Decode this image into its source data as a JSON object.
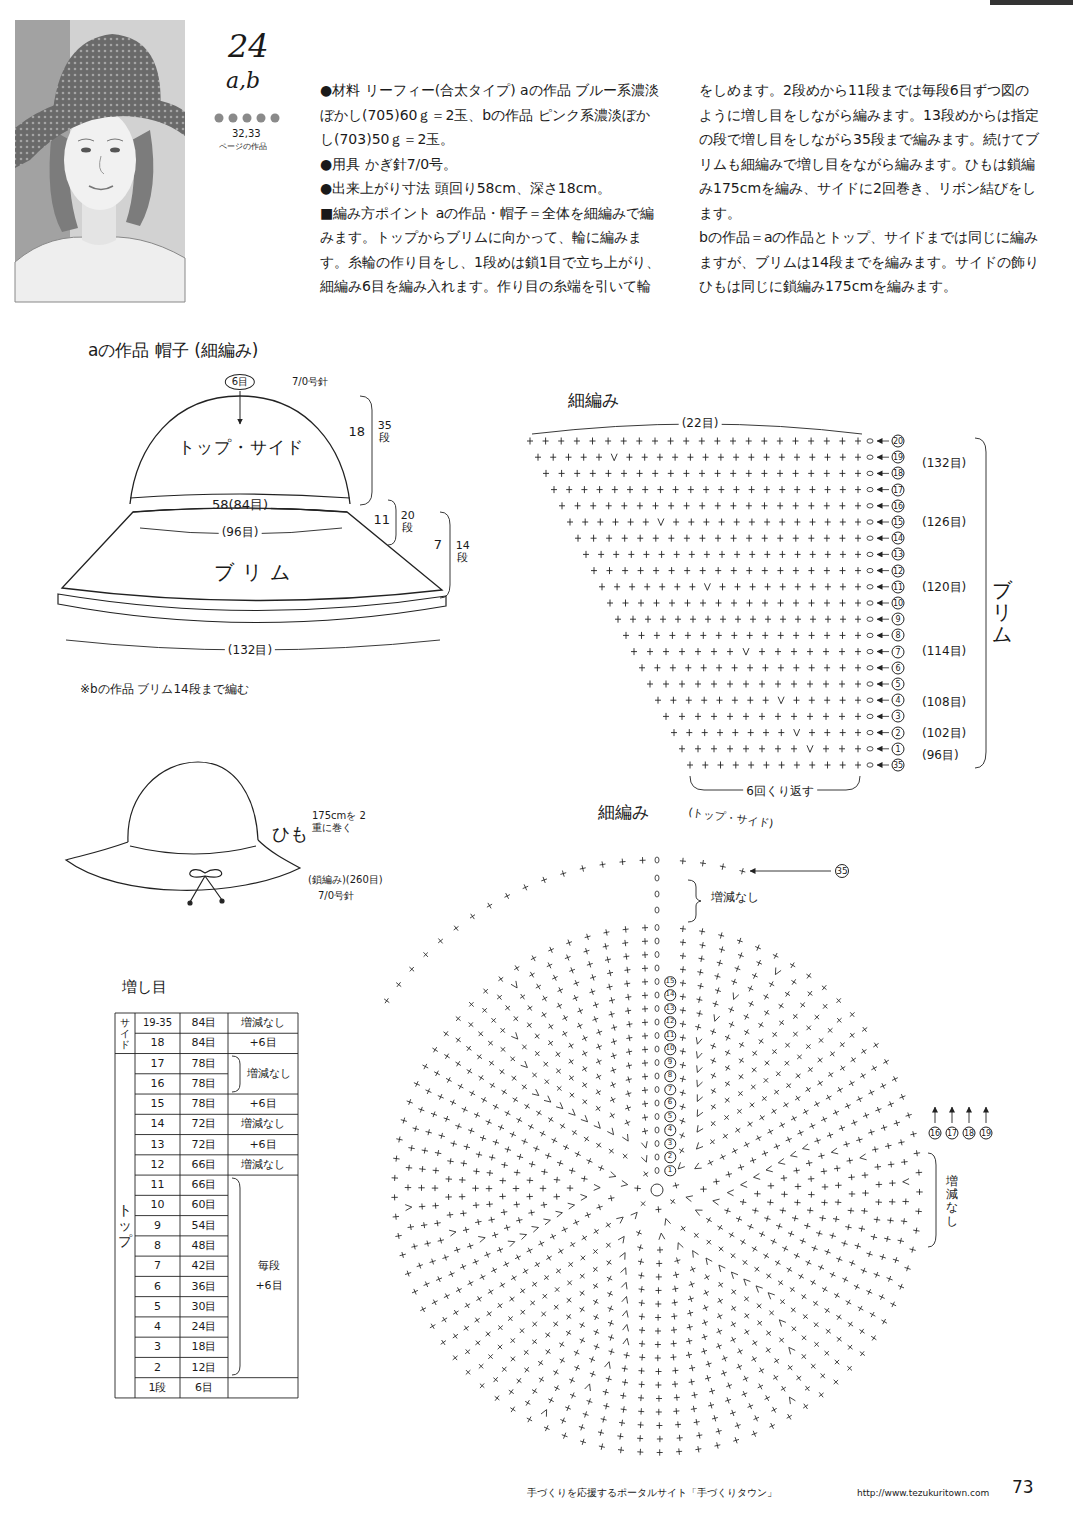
{
  "diagram": {
    "nodes": [
      {
        "text": [
          "トップ・サイド"
        ]
      },
      {
        "text": [
          "ブリム"
        ]
      }
    ],
    "labels": [
      "24",
      "a,b",
      "32,33",
      "ページの作品",
      "●材料 リーフィー(合太タイプ) aの作品 ブルー系濃淡ぼかし(705)60ｇ＝2玉、bの作品 ピンク系濃淡ぼかし(703)50ｇ＝2玉。",
      "●用具 かぎ針7/0号。",
      "●出来上がり寸法 頭回り58cm、深さ18cm。",
      "■編み方ポイント aの作品・帽子＝全体を細編みで編みます。トップからブリムに向かって、輪に編みます。糸輪の作り目をし、1段めは鎖1目で立ち上がり、細編み6目を編み入れます。作り目の糸端を引いて輪をしめます。2段めから11段までは毎段6目ずつ図のように増し目をしながら編みます。13段めからは指定の段で増し目をしながら35段まで編みます。続けてブリムも細編みで増し目をながら編みます。ひもは鎖編み175cmを編み、サイドに2回巻き、リボン結びをします。",
      "bの作品＝aの作品とトップ、サイドまでは同じに編みますが、ブリムは14段までを編みます。サイドの飾りひもは同じに鎖編み175cmを編みます。",
      "aの作品 帽子 (細編み)",
      "6目",
      "7/0号針",
      "18",
      "35段",
      "58(84目)",
      "(96目)",
      "11",
      "20段",
      "7",
      "14段",
      "(132目)",
      "※bの作品 ブリム14段まで編む",
      "細編み",
      "(22目)",
      "20",
      "19",
      "18",
      "17",
      "16",
      "15",
      "14",
      "13",
      "12",
      "11",
      "10",
      "9",
      "8",
      "7",
      "6",
      "5",
      "4",
      "3",
      "2",
      "1",
      "35",
      "(132目)",
      "(126目)",
      "(120目)",
      "(114目)",
      "(108目)",
      "(102目)",
      "(96目)",
      "ブリム",
      "6回くり返す",
      "ひも",
      "175cmを 2重に巻く",
      "(鎖編み)(260目)",
      "7/0号針",
      "細編み",
      "(トップ・サイド)",
      "増減なし",
      "35",
      "16",
      "17",
      "18",
      "19",
      "増減なし",
      "1",
      "2",
      "3",
      "4",
      "5",
      "6",
      "7",
      "8",
      "9",
      "10",
      "11",
      "12",
      "13",
      "14",
      "15",
      "増し目",
      "サイド",
      "19-35",
      "84目",
      "増減なし",
      "18",
      "84目",
      "+6目",
      "トップ",
      "17",
      "78目",
      "増減なし",
      "16",
      "78目",
      "15",
      "78目",
      "+6目",
      "14",
      "72目",
      "増減なし",
      "13",
      "72目",
      "+6目",
      "12",
      "66目",
      "増減なし",
      "11",
      "66目",
      "毎段",
      "+6目",
      "10",
      "60目",
      "9",
      "54目",
      "8",
      "48目",
      "7",
      "42目",
      "6",
      "36目",
      "5",
      "30目",
      "4",
      "24目",
      "3",
      "18目",
      "2",
      "12目",
      "1段",
      "6目",
      "手づくりを応援するポータルサイト「手づくりタウン」",
      "http://www.tezukuritown.com",
      "73"
    ]
  }
}
